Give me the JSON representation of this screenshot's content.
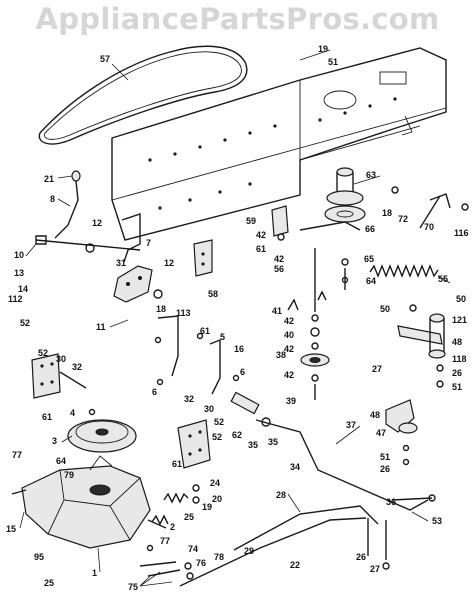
{
  "watermark": "AppliancePartsPros.com",
  "callouts": {
    "1": "1",
    "2": "2",
    "3": "3",
    "4": "4",
    "5": "5",
    "6": "6",
    "7": "7",
    "8": "8",
    "10": "10",
    "11": "11",
    "12": "12",
    "13": "13",
    "14": "14",
    "15": "15",
    "16": "16",
    "18": "18",
    "19": "19",
    "20": "20",
    "21": "21",
    "22": "22",
    "24": "24",
    "25": "25",
    "26": "26",
    "27": "27",
    "28": "28",
    "29": "29",
    "30": "30",
    "31": "31",
    "32": "32",
    "34": "34",
    "35": "35",
    "36": "36",
    "37": "37",
    "38": "38",
    "39": "39",
    "40": "40",
    "41": "41",
    "42": "42",
    "47": "47",
    "48": "48",
    "50": "50",
    "51": "51",
    "52": "52",
    "53": "53",
    "55": "55",
    "56": "56",
    "57": "57",
    "58": "58",
    "59": "59",
    "61": "61",
    "62": "62",
    "63": "63",
    "64": "64",
    "65": "65",
    "66": "66",
    "70": "70",
    "72": "72",
    "74": "74",
    "75": "75",
    "76": "76",
    "77": "77",
    "78": "78",
    "79": "79",
    "95": "95",
    "112": "112",
    "113": "113",
    "116": "116",
    "118": "118",
    "121": "121"
  }
}
